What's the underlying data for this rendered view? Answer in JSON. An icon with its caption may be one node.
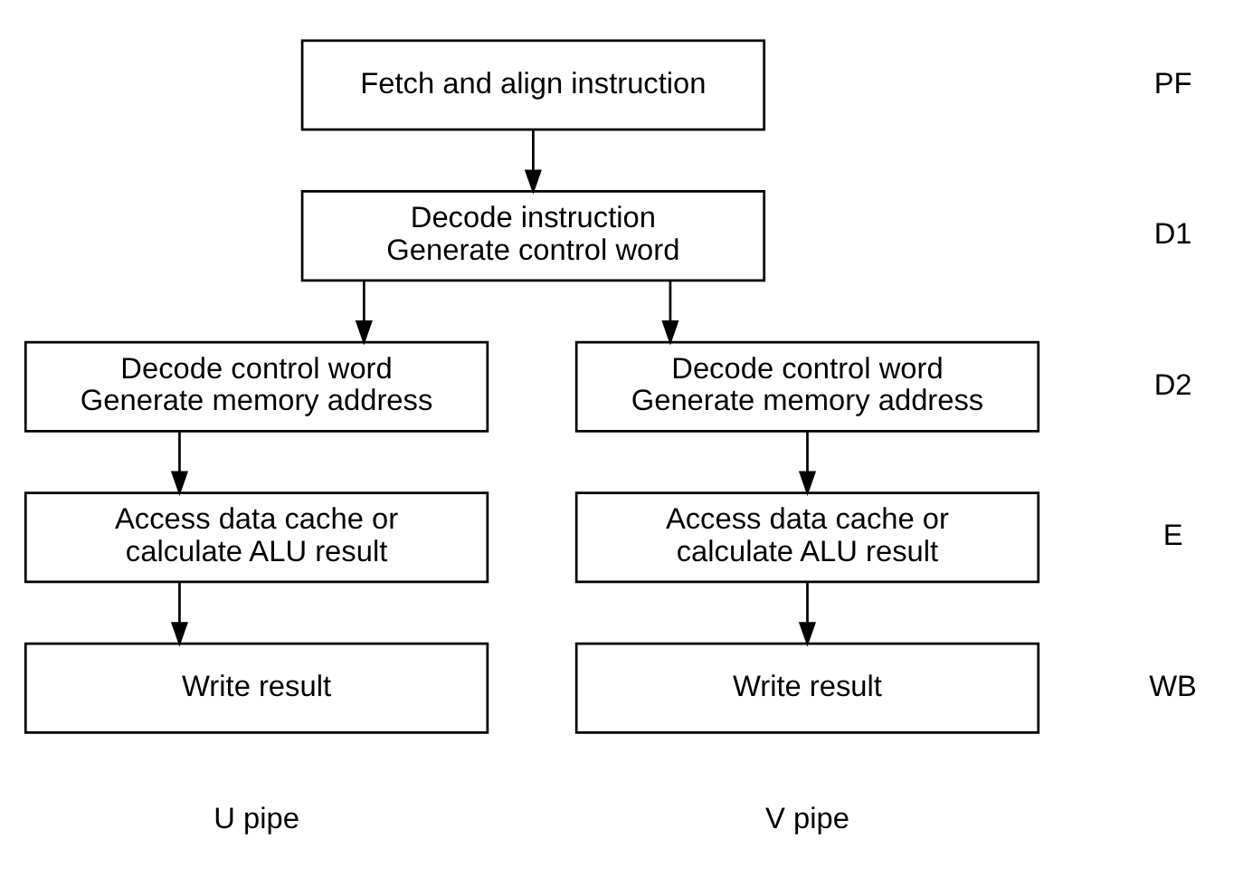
{
  "diagram": {
    "nodes": [
      {
        "text": [
          "Fetch and align instruction"
        ]
      },
      {
        "text": [
          "Decode instruction Generate control word"
        ]
      },
      {
        "text": [
          "Decode control word Generate memory address"
        ]
      },
      {
        "text": [
          "Decode control word Generate memory address"
        ]
      },
      {
        "text": [
          "Access data cache or calculate ALU result"
        ]
      },
      {
        "text": [
          "Access data cache or calculate ALU result"
        ]
      },
      {
        "text": [
          "Write result"
        ],
        "beside": [
          "U pipe"
        ]
      },
      {
        "text": [
          "Write result"
        ],
        "beside": [
          "V pipe"
        ]
      }
    ],
    "edges": [
      {
        "from": 0,
        "to": 1,
        "arrow": "to"
      },
      {
        "from": 1,
        "to": 2,
        "arrow": "to"
      },
      {
        "from": 1,
        "to": 3,
        "arrow": "to"
      },
      {
        "from": 2,
        "to": 4,
        "arrow": "to"
      },
      {
        "from": 3,
        "to": 5,
        "arrow": "to"
      },
      {
        "from": 4,
        "to": 6,
        "arrow": "to"
      },
      {
        "from": 5,
        "to": 7,
        "arrow": "to"
      }
    ],
    "labels": [
      "PF",
      "D1",
      "D2",
      "E",
      "WB"
    ]
  }
}
